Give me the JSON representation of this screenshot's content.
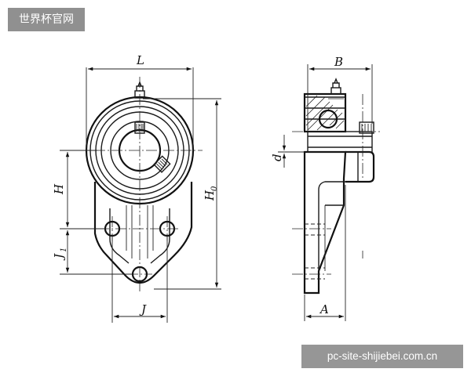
{
  "watermark_top": "世界杯官网",
  "watermark_bottom": "pc-site-shijiebei.com.cn",
  "dimensions": {
    "L": "L",
    "H": "H",
    "J1": "J",
    "J1_sub": "1",
    "J": "J",
    "H0": "H",
    "H0_sub": "0",
    "B": "B",
    "d": "d",
    "A": "A"
  }
}
